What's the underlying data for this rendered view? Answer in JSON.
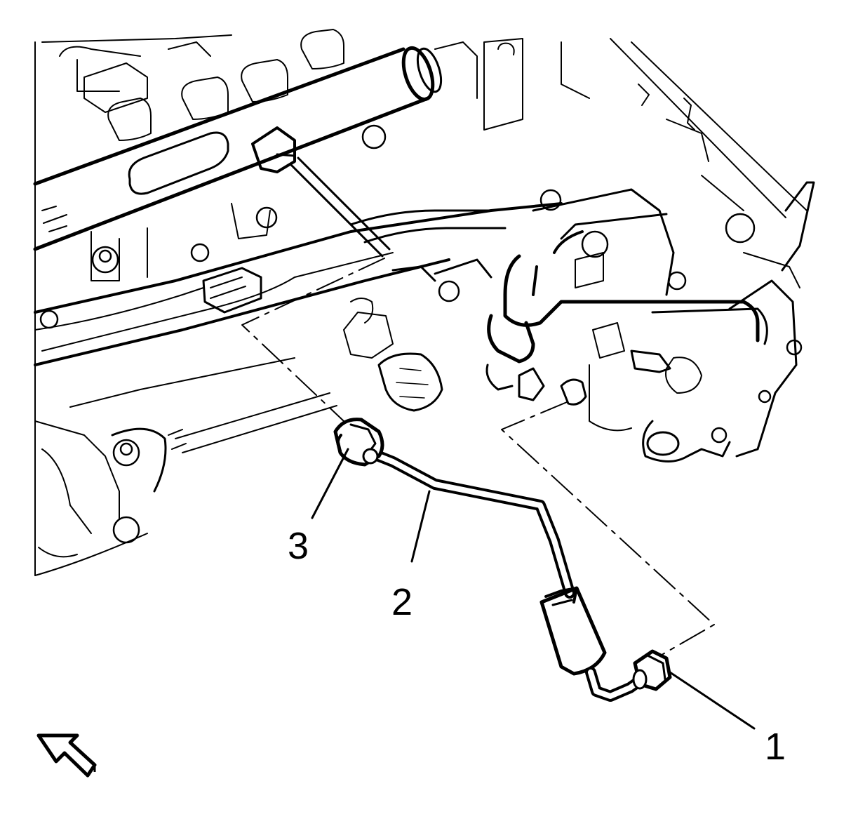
{
  "diagram": {
    "callouts": [
      {
        "id": "1",
        "label": "1"
      },
      {
        "id": "2",
        "label": "2"
      },
      {
        "id": "3",
        "label": "3"
      }
    ],
    "view_arrow": "front-direction-arrow-icon",
    "colors": {
      "line": "#000000",
      "background": "#ffffff"
    }
  }
}
